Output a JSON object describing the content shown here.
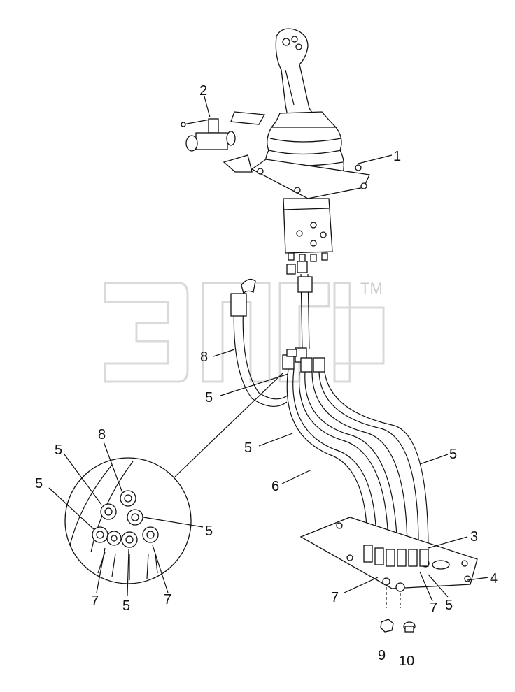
{
  "watermark": {
    "text": "ЭПБ",
    "trademark": "TM"
  },
  "callouts": {
    "c1": "1",
    "c2": "2",
    "c3": "3",
    "c4": "4",
    "c5a": "5",
    "c5b": "5",
    "c5c": "5",
    "c6": "6",
    "c7a": "7",
    "c7b": "7",
    "c8": "8",
    "c9": "9",
    "c10": "10",
    "d5a": "5",
    "d5b": "5",
    "d5c": "5",
    "d5d": "5",
    "d7a": "7",
    "d7b": "7",
    "d8": "8"
  }
}
